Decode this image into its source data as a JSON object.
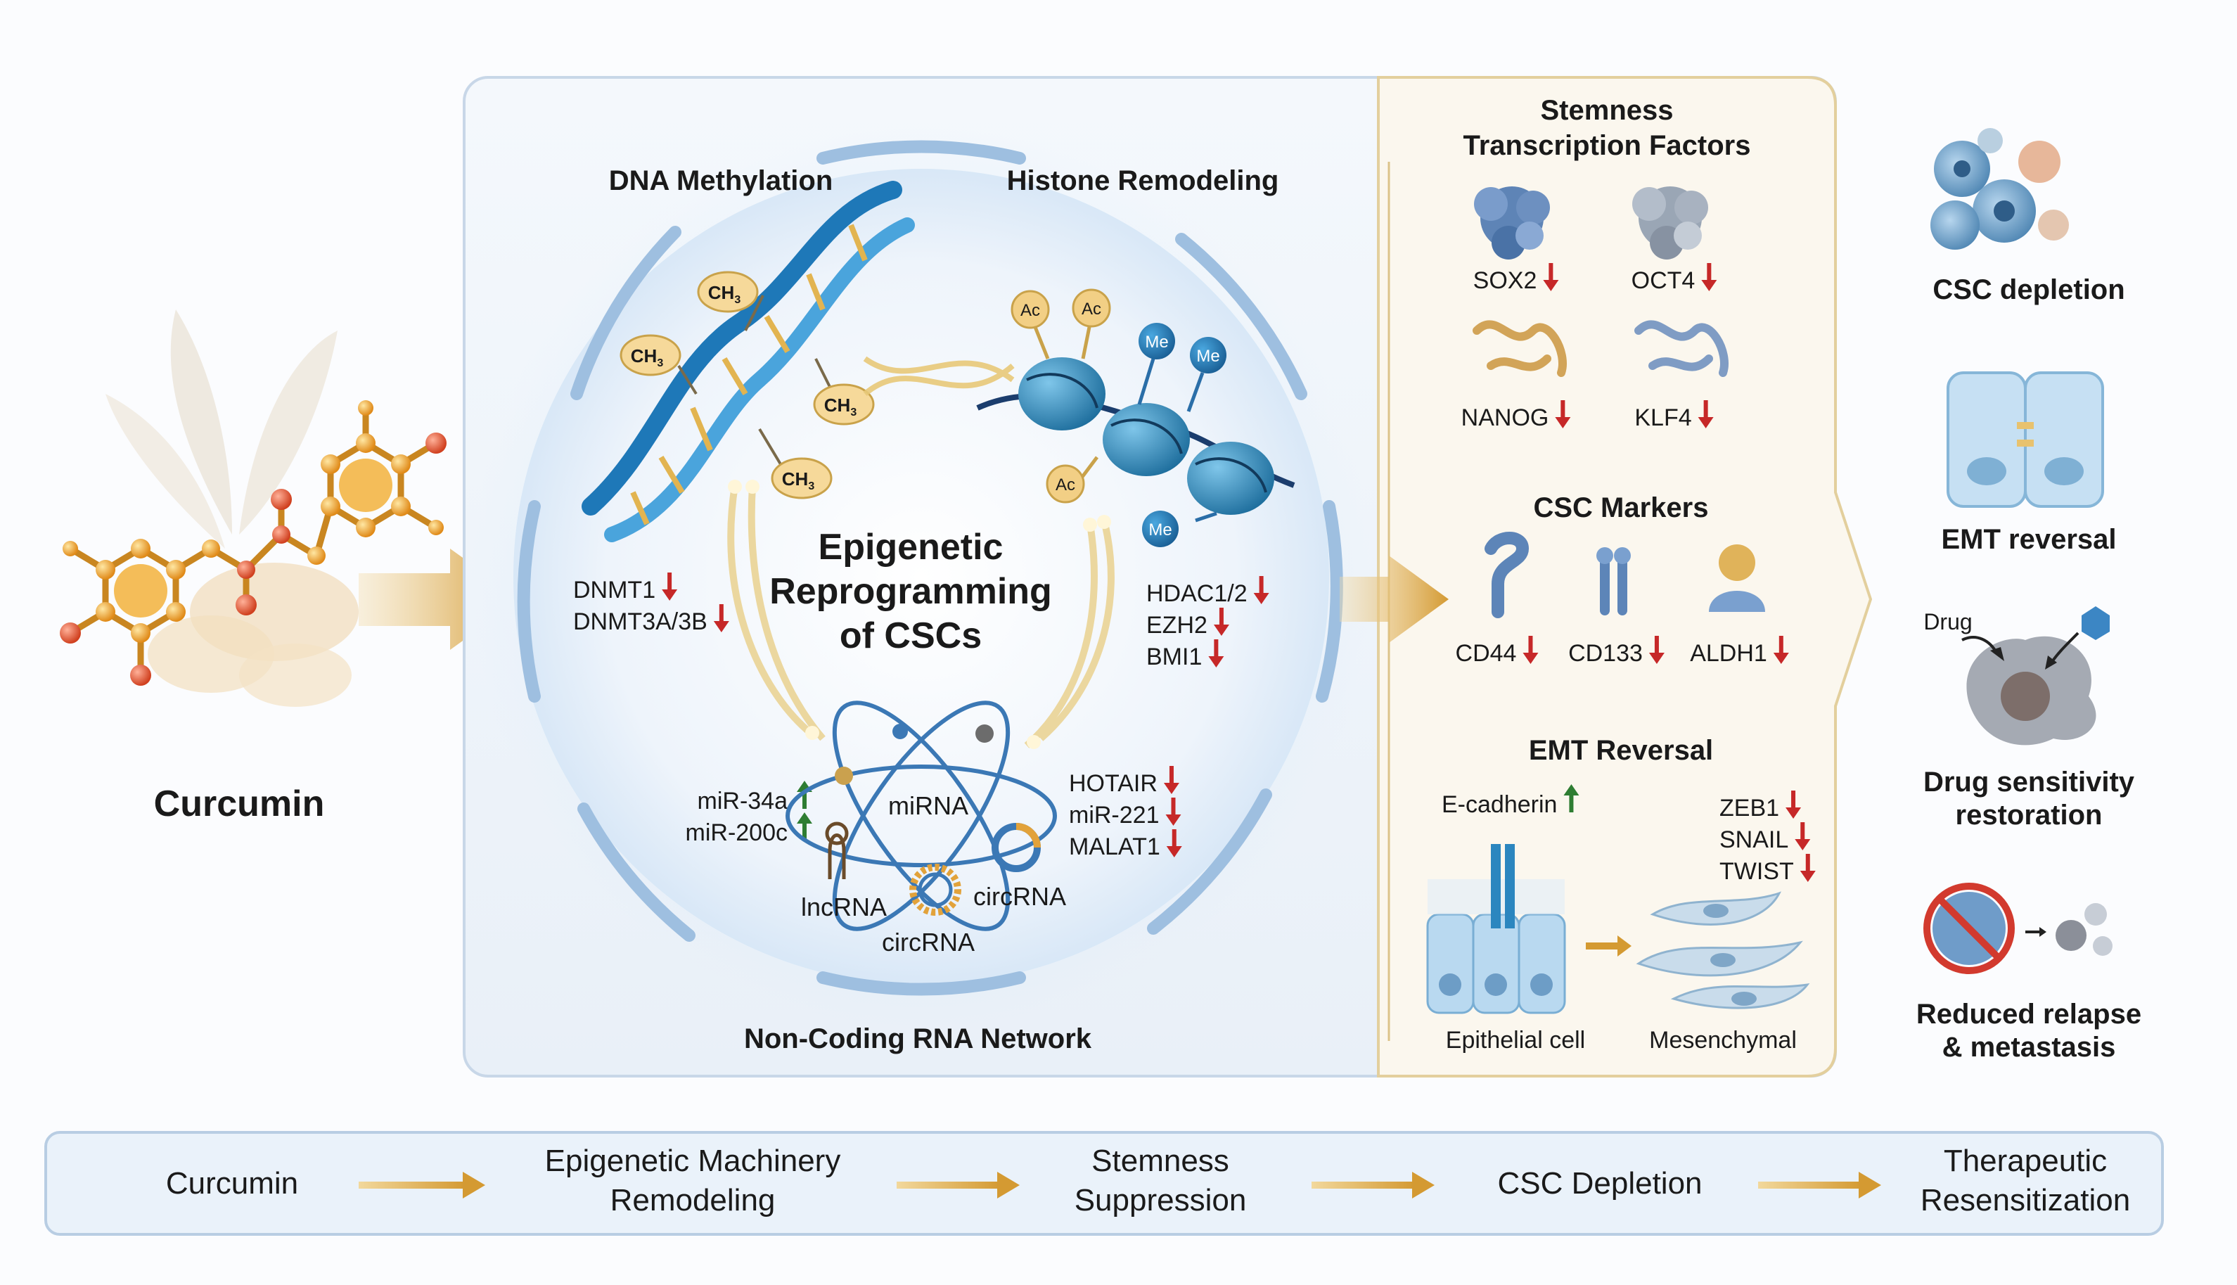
{
  "left": {
    "label": "Curcumin"
  },
  "panel": {
    "dna_title": "DNA Methylation",
    "histone_title": "Histone Remodeling",
    "ncrna_title": "Non-Coding RNA Network",
    "center_line1": "Epigenetic",
    "center_line2": "Reprogramming",
    "center_line3": "of CSCs",
    "ch3": "CH",
    "ch3_sub": "3",
    "ac": "Ac",
    "me": "Me",
    "dna_genes": [
      {
        "name": "DNMT1",
        "direction": "down"
      },
      {
        "name": "DNMT3A/3B",
        "direction": "down"
      }
    ],
    "histone_genes": [
      {
        "name": "HDAC1/2",
        "direction": "down"
      },
      {
        "name": "EZH2",
        "direction": "down"
      },
      {
        "name": "BMI1",
        "direction": "down"
      }
    ],
    "mirna_up": [
      {
        "name": "miR-34a",
        "direction": "up"
      },
      {
        "name": "miR-200c",
        "direction": "up"
      }
    ],
    "ncrna_down": [
      {
        "name": "HOTAIR",
        "direction": "down"
      },
      {
        "name": "miR-221",
        "direction": "down"
      },
      {
        "name": "MALAT1",
        "direction": "down"
      }
    ],
    "rna_labels": {
      "mirna": "miRNA",
      "lncrna": "lncRNA",
      "circrna_right": "circRNA",
      "circrna_bottom": "circRNA"
    }
  },
  "right": {
    "stemness_title_line1": "Stemness",
    "stemness_title_line2": "Transcription Factors",
    "factors": [
      {
        "name": "SOX2",
        "direction": "down"
      },
      {
        "name": "OCT4",
        "direction": "down"
      },
      {
        "name": "NANOG",
        "direction": "down"
      },
      {
        "name": "KLF4",
        "direction": "down"
      }
    ],
    "markers_title": "CSC Markers",
    "markers": [
      {
        "name": "CD44",
        "direction": "down"
      },
      {
        "name": "CD133",
        "direction": "down"
      },
      {
        "name": "ALDH1",
        "direction": "down"
      }
    ],
    "emt_title": "EMT Reversal",
    "ecadherin": {
      "name": "E-cadherin",
      "direction": "up"
    },
    "emt_tfs": [
      {
        "name": "ZEB1",
        "direction": "down"
      },
      {
        "name": "SNAIL",
        "direction": "down"
      },
      {
        "name": "TWIST",
        "direction": "down"
      }
    ],
    "epithelial_label": "Epithelial cell",
    "mesenchymal_label": "Mesenchymal"
  },
  "outcomes": {
    "csc_depletion": "CSC depletion",
    "emt_reversal": "EMT reversal",
    "drug_label": "Drug",
    "drug_sens_line1": "Drug sensitivity",
    "drug_sens_line2": "restoration",
    "relapse_line1": "Reduced relapse",
    "relapse_line2": "& metastasis"
  },
  "flow": [
    {
      "lines": [
        "Curcumin"
      ]
    },
    {
      "lines": [
        "Epigenetic Machinery",
        "Remodeling"
      ]
    },
    {
      "lines": [
        "Stemness",
        "Suppression"
      ]
    },
    {
      "lines": [
        "CSC Depletion"
      ]
    },
    {
      "lines": [
        "Therapeutic",
        "Resensitization"
      ]
    }
  ],
  "colors": {
    "gold": "#d9a441",
    "down_arrow": "#c62828",
    "up_arrow": "#2e7d32",
    "blue": "#2f86c6",
    "text": "#1a1a1a"
  }
}
